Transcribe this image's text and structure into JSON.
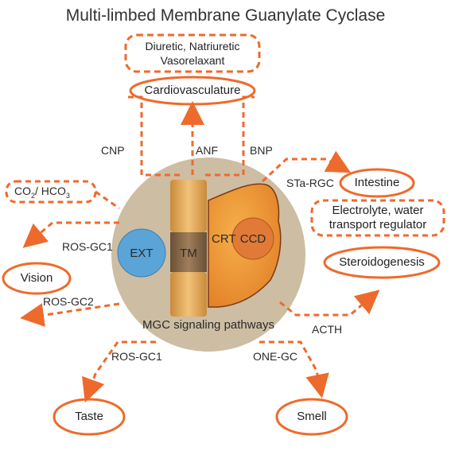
{
  "title": "Multi-limbed Membrane Guanylate Cyclase",
  "colors": {
    "accent": "#ee6a2c",
    "core_bg": "#cdbda3",
    "ext": "#5aa4d8",
    "tm": "#8a6a4a",
    "crt": "#f2a63a",
    "ccd": "#e07a36"
  },
  "core": {
    "ext": "EXT",
    "tm": "TM",
    "crt": "CRT",
    "ccd": "CCD",
    "caption": "MGC signaling pathways"
  },
  "top": {
    "effect_line1": "Diuretic, Natriuretic",
    "effect_line2": "Vasorelaxant",
    "target": "Cardiovasculature",
    "ligands": [
      "CNP",
      "ANF",
      "BNP"
    ]
  },
  "left": {
    "co2": "CO",
    "co2_sub": "2",
    "hco3": "/ HCO",
    "hco3_sub": "3",
    "rosgc1": "ROS-GC1",
    "rosgc2": "ROS-GC2",
    "vision": "Vision"
  },
  "right": {
    "starg": "STa-RGC",
    "intestine": "Intestine",
    "electrolyte_line1": "Electrolyte, water",
    "electrolyte_line2": "transport regulator",
    "steroid": "Steroidogenesis",
    "acth": "ACTH"
  },
  "bottom": {
    "rosgc1": "ROS-GC1",
    "onegc": "ONE-GC",
    "taste": "Taste",
    "smell": "Smell"
  }
}
